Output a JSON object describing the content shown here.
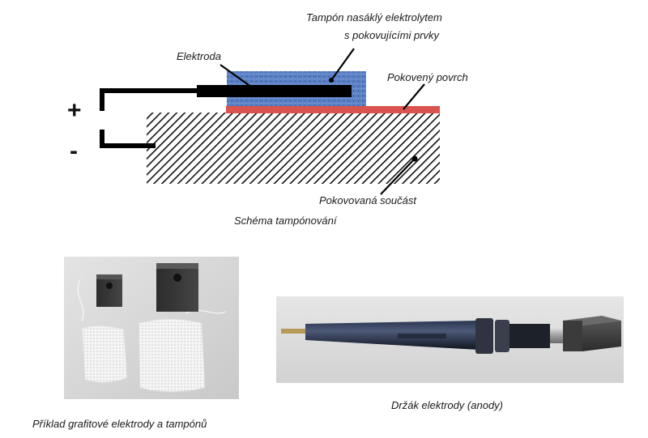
{
  "schema": {
    "labels": {
      "tampon": [
        "Tampón nasáklý elektrolytem",
        "s pokovujícími prvky"
      ],
      "elektroda": "Elektroda",
      "pokoveny_povrch": "Pokovený povrch",
      "pokovovana_soucast": "Pokovovaná součást",
      "caption": "Schéma tampónování"
    },
    "plus": "+",
    "minus": "-",
    "colors": {
      "tampon_fill": "#5b7fc0",
      "coating": "#d9534f",
      "hatch": "#111111",
      "wire": "#000000"
    }
  },
  "photos": {
    "left_caption": "Příklad grafitové elektrody a tampónů",
    "right_caption": "Držák elektrody (anody)"
  }
}
